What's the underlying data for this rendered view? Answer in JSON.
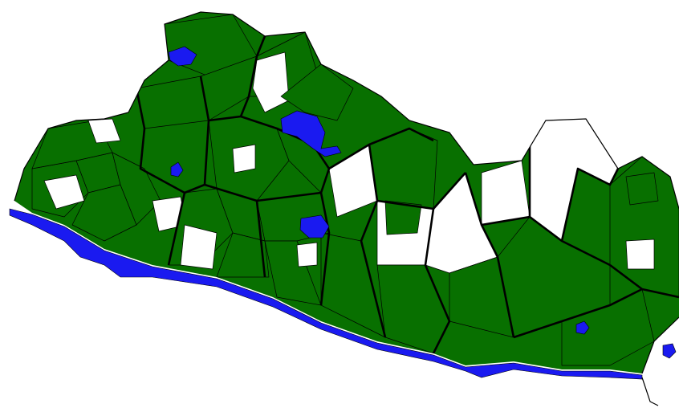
{
  "colors": {
    "shaded": "#087000",
    "unshaded": "#ffffff",
    "water": "#1a1af0",
    "border": "#000000",
    "background": "#ffffff"
  },
  "map": {
    "region_states": [
      "shaded",
      "shaded",
      "unshaded",
      "shaded",
      "shaded",
      "unshaded",
      "shaded",
      "unshaded",
      "shaded",
      "shaded",
      "unshaded",
      "shaded",
      "shaded",
      "unshaded",
      "shaded",
      "shaded",
      "unshaded",
      "shaded",
      "shaded",
      "unshaded",
      "shaded",
      "shaded",
      "shaded",
      "unshaded",
      "shaded",
      "unshaded",
      "shaded",
      "shaded",
      "unshaded",
      "shaded",
      "shaded",
      "unshaded",
      "shaded",
      "unshaded",
      "shaded",
      "shaded",
      "unshaded",
      "shaded",
      "shaded",
      "unshaded"
    ]
  }
}
